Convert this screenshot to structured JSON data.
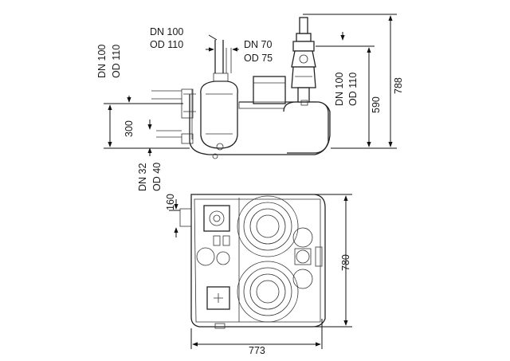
{
  "labels": {
    "inlet_top_dn": "DN 100",
    "inlet_top_od": "OD 110",
    "vent_dn": "DN 70",
    "vent_od": "OD 75",
    "inlet_left_dn": "DN 100",
    "inlet_left_od": "OD 110",
    "outlet_dn": "DN 100",
    "outlet_od": "OD 110",
    "bottom_dn": "DN 32",
    "bottom_od": "OD 40"
  },
  "dimensions": {
    "total_height": "788",
    "outlet_height": "590",
    "inlet_height": "300",
    "inlet_offset": "160",
    "plan_depth": "780",
    "plan_width": "773"
  }
}
